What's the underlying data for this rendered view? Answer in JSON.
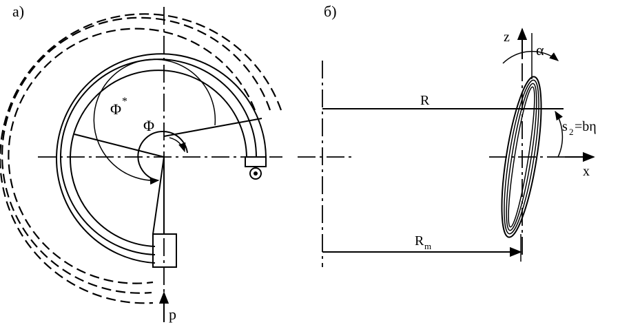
{
  "panel_a": {
    "tag": "а)",
    "phi_star": "Φ",
    "phi_star_sup": "*",
    "phi": "Φ",
    "p": "p"
  },
  "panel_b": {
    "tag": "б)",
    "z": "z",
    "alpha": "α",
    "R": "R",
    "s2_s": "s",
    "s2_sub": "2",
    "s2_rest": "=bη",
    "x": "x",
    "Rm_R": "R",
    "Rm_sub": "m"
  },
  "colors": {
    "ink": "#000000",
    "paper": "#ffffff"
  }
}
